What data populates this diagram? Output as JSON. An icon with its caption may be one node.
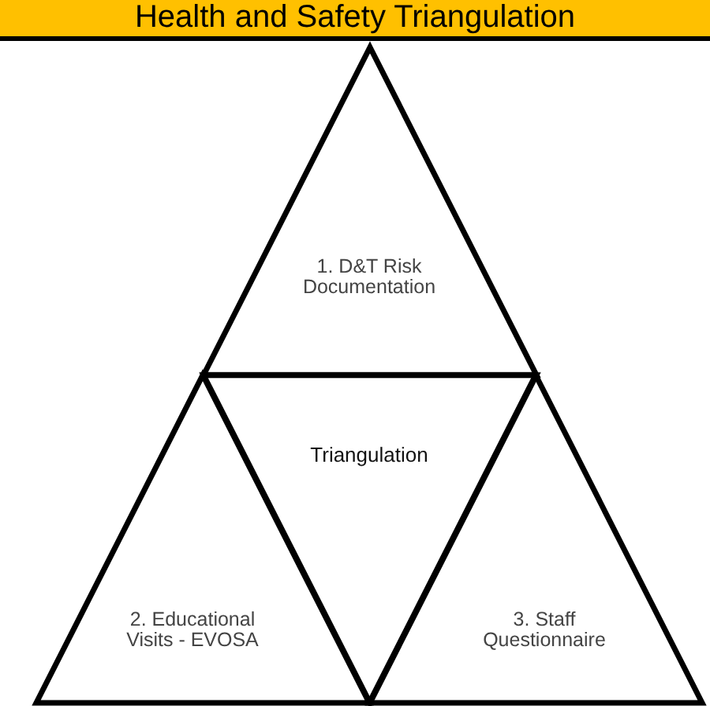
{
  "diagram": {
    "title": "Health and Safety Triangulation",
    "nodes": [
      {
        "text": [
          "1. D&T Risk Documentation"
        ]
      },
      {
        "text": [
          "2. Educational Visits - EVOSA"
        ]
      },
      {
        "text": [
          "Triangulation"
        ]
      },
      {
        "text": [
          "3.  Staff Questionnaire"
        ]
      }
    ],
    "edges": []
  }
}
